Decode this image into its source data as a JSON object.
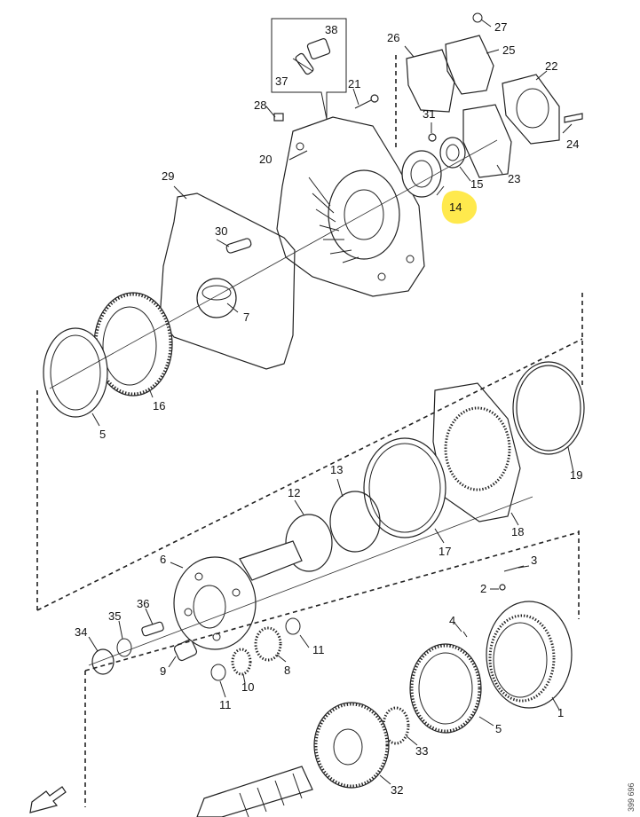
{
  "labels": [
    {
      "id": "1",
      "text": "1"
    },
    {
      "id": "2",
      "text": "2"
    },
    {
      "id": "3",
      "text": "3"
    },
    {
      "id": "4",
      "text": "4"
    },
    {
      "id": "5a",
      "text": "5"
    },
    {
      "id": "5b",
      "text": "5"
    },
    {
      "id": "6",
      "text": "6"
    },
    {
      "id": "7",
      "text": "7"
    },
    {
      "id": "8",
      "text": "8"
    },
    {
      "id": "9",
      "text": "9"
    },
    {
      "id": "10",
      "text": "10"
    },
    {
      "id": "11a",
      "text": "11"
    },
    {
      "id": "11b",
      "text": "11"
    },
    {
      "id": "12",
      "text": "12"
    },
    {
      "id": "13",
      "text": "13"
    },
    {
      "id": "14",
      "text": "14"
    },
    {
      "id": "15",
      "text": "15"
    },
    {
      "id": "16",
      "text": "16"
    },
    {
      "id": "17",
      "text": "17"
    },
    {
      "id": "18",
      "text": "18"
    },
    {
      "id": "19",
      "text": "19"
    },
    {
      "id": "20",
      "text": "20"
    },
    {
      "id": "21",
      "text": "21"
    },
    {
      "id": "22",
      "text": "22"
    },
    {
      "id": "23",
      "text": "23"
    },
    {
      "id": "24",
      "text": "24"
    },
    {
      "id": "25",
      "text": "25"
    },
    {
      "id": "26",
      "text": "26"
    },
    {
      "id": "27",
      "text": "27"
    },
    {
      "id": "28",
      "text": "28"
    },
    {
      "id": "29",
      "text": "29"
    },
    {
      "id": "30",
      "text": "30"
    },
    {
      "id": "31",
      "text": "31"
    },
    {
      "id": "32",
      "text": "32"
    },
    {
      "id": "33",
      "text": "33"
    },
    {
      "id": "34",
      "text": "34"
    },
    {
      "id": "35",
      "text": "35"
    },
    {
      "id": "36",
      "text": "36"
    },
    {
      "id": "37",
      "text": "37"
    },
    {
      "id": "38",
      "text": "38"
    }
  ],
  "highlight": {
    "label_id": "14",
    "color": "#FFE94D"
  },
  "document_id": "399 696",
  "icons": {
    "orientation_arrow": "arrow-outline-icon"
  },
  "colors": {
    "line": "#222222",
    "background": "#ffffff"
  }
}
